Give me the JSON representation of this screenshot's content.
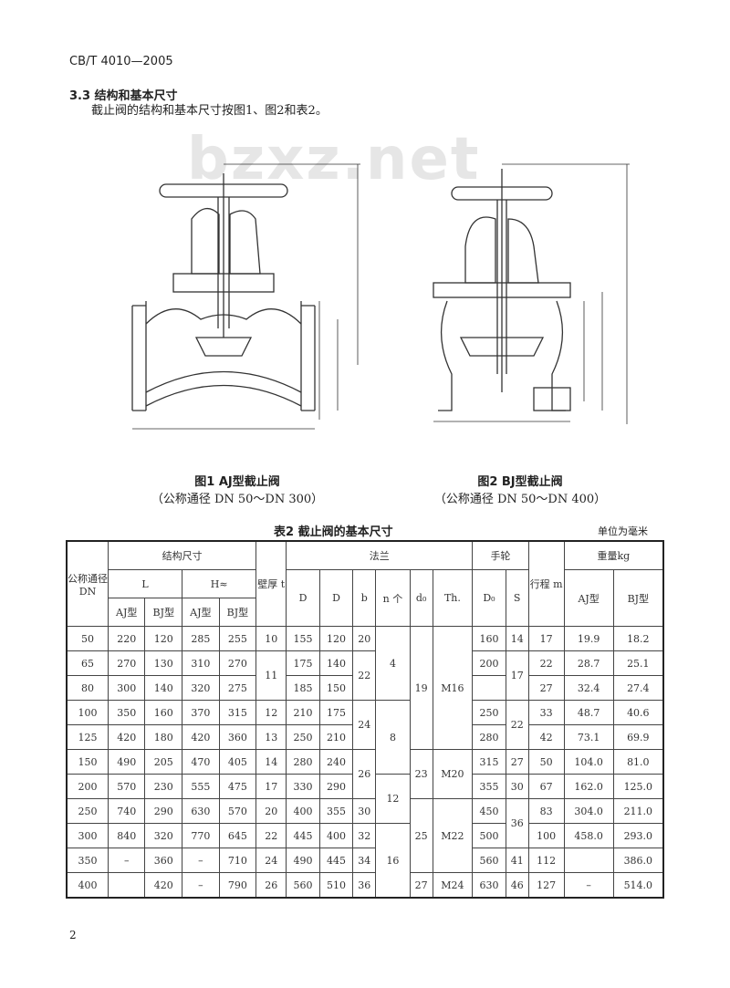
{
  "header": {
    "standard": "CB/T 4010—2005",
    "section": "3.3  结构和基本尺寸",
    "intro": "截止阀的结构和基本尺寸按图1、图2和表2。",
    "watermark": "bzxz.net"
  },
  "figures": [
    {
      "caption": "图1  AJ型截止阀",
      "subcaption": "（公称通径 DN 50～DN 300）"
    },
    {
      "caption": "图2  BJ型截止阀",
      "subcaption": "（公称通径 DN 50～DN 400）"
    }
  ],
  "table": {
    "title": "表2  截止阀的基本尺寸",
    "unit": "单位为毫米",
    "headers": {
      "dn": "公称通径 DN",
      "struct": "结构尺寸",
      "L": "L",
      "H": "H≈",
      "aj": "AJ型",
      "bj": "BJ型",
      "t": "壁厚 t",
      "flange": "法兰",
      "D": "D",
      "D1": "D",
      "b": "b",
      "n": "n 个",
      "d0": "d₀",
      "th": "Th.",
      "hand": "手轮",
      "Dw": "D₀",
      "S": "S",
      "m": "行程 m",
      "weight": "重量kg",
      "w_aj": "AJ型",
      "w_bj": "BJ型"
    },
    "rows": [
      [
        "50",
        "220",
        "120",
        "285",
        "255",
        "10",
        "155",
        "120",
        "20",
        "4",
        "19",
        "M16",
        "160",
        "14",
        "17",
        "19.9",
        "18.2"
      ],
      [
        "65",
        "270",
        "130",
        "310",
        "270",
        "11",
        "175",
        "140",
        "22",
        "",
        "",
        "",
        "200",
        "17",
        "22",
        "28.7",
        "25.1"
      ],
      [
        "80",
        "300",
        "140",
        "320",
        "275",
        "",
        "185",
        "150",
        "",
        "",
        "",
        "",
        "",
        "",
        "27",
        "32.4",
        "27.4"
      ],
      [
        "100",
        "350",
        "160",
        "370",
        "315",
        "12",
        "210",
        "175",
        "24",
        "8",
        "",
        "",
        "250",
        "22",
        "33",
        "48.7",
        "40.6"
      ],
      [
        "125",
        "420",
        "180",
        "420",
        "360",
        "13",
        "250",
        "210",
        "",
        "",
        "",
        "",
        "280",
        "",
        "42",
        "73.1",
        "69.9"
      ],
      [
        "150",
        "490",
        "205",
        "470",
        "405",
        "14",
        "280",
        "240",
        "26",
        "",
        "23",
        "M20",
        "315",
        "27",
        "50",
        "104.0",
        "81.0"
      ],
      [
        "200",
        "570",
        "230",
        "555",
        "475",
        "17",
        "330",
        "290",
        "",
        "12",
        "",
        "",
        "355",
        "30",
        "67",
        "162.0",
        "125.0"
      ],
      [
        "250",
        "740",
        "290",
        "630",
        "570",
        "20",
        "400",
        "355",
        "30",
        "",
        "25",
        "M22",
        "450",
        "36",
        "83",
        "304.0",
        "211.0"
      ],
      [
        "300",
        "840",
        "320",
        "770",
        "645",
        "22",
        "445",
        "400",
        "32",
        "16",
        "",
        "",
        "500",
        "",
        "100",
        "458.0",
        "293.0"
      ],
      [
        "350",
        "–",
        "360",
        "–",
        "710",
        "24",
        "490",
        "445",
        "34",
        "",
        "",
        "",
        "560",
        "41",
        "112",
        "",
        "386.0"
      ],
      [
        "400",
        "",
        "420",
        "–",
        "790",
        "26",
        "560",
        "510",
        "36",
        "",
        "27",
        "M24",
        "630",
        "46",
        "127",
        "–",
        "514.0"
      ]
    ]
  },
  "page_number": "2"
}
